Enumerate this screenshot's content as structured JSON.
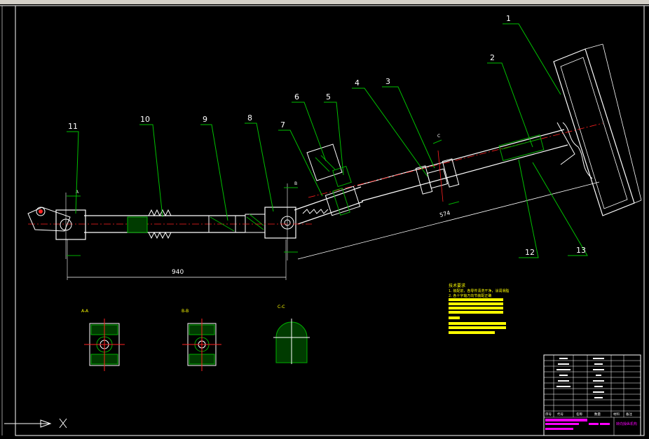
{
  "drawing": {
    "callouts": [
      "1",
      "2",
      "3",
      "4",
      "5",
      "6",
      "7",
      "8",
      "9",
      "10",
      "11",
      "12",
      "13"
    ],
    "dimensions": {
      "length_a": "940",
      "length_b": "574"
    },
    "section_marks": [
      "A-A",
      "B-B",
      "C-C"
    ],
    "section_letters": [
      "A",
      "B",
      "C"
    ]
  },
  "notes": {
    "title": "技术要求",
    "line1": "1. 装配前，各零件清洗干净，涂润滑脂",
    "line2": "2. 各十字轴万向节装配正确"
  },
  "title_block": {
    "header_cells": [
      "序号",
      "代号",
      "名称",
      "数量",
      "材料",
      "备注"
    ],
    "drawing_name": "转向操纵机构"
  },
  "colors": {
    "bg": "#000000",
    "line": "#ffffff",
    "leader": "#00c000",
    "center": "#ff2020",
    "hatch": "#00b000",
    "notes": "#ffff00",
    "accent": "#ff00ff"
  }
}
